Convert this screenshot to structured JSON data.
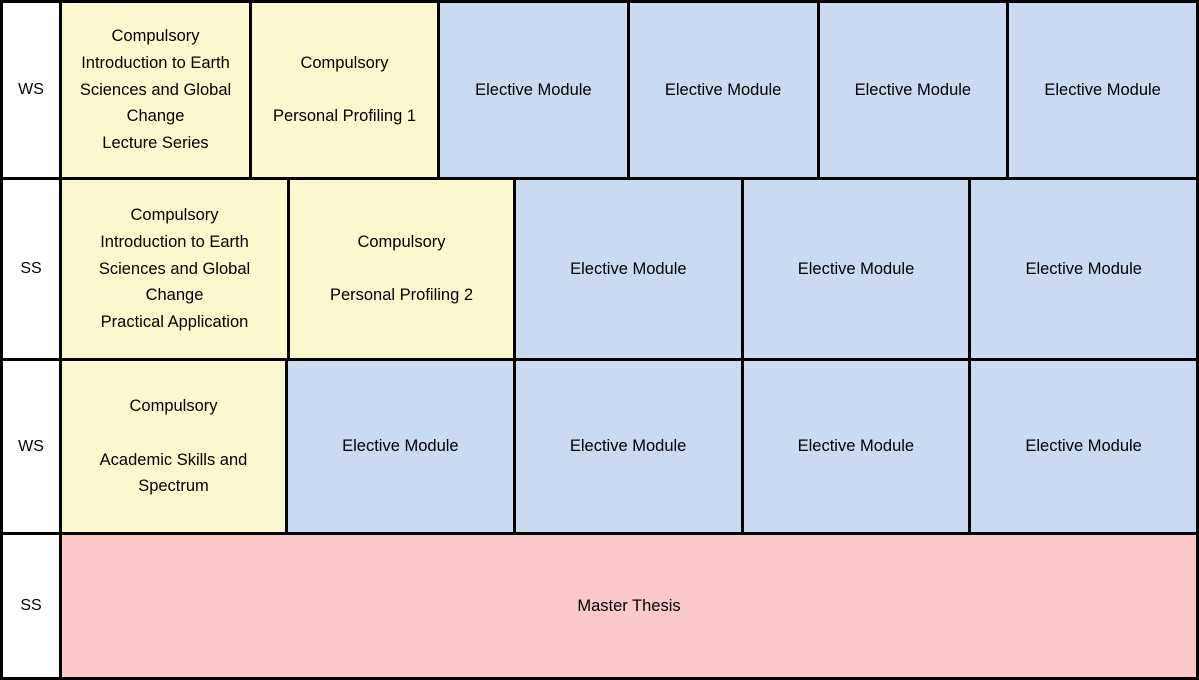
{
  "colors": {
    "compulsory_fill": "#FCF8CE",
    "elective_fill": "#C9DAF1",
    "thesis_fill": "#FBC9C9",
    "border": "#000000",
    "label_fill": "#FFFFFF",
    "text": "#000000"
  },
  "rows": [
    {
      "term": "WS",
      "cells": [
        {
          "type": "compulsory",
          "text": "Compulsory\nIntroduction to Earth Sciences and Global Change\nLecture Series"
        },
        {
          "type": "compulsory",
          "text": "Compulsory\n\nPersonal Profiling 1"
        },
        {
          "type": "elective",
          "text": "Elective Module"
        },
        {
          "type": "elective",
          "text": "Elective Module"
        },
        {
          "type": "elective",
          "text": "Elective Module"
        },
        {
          "type": "elective",
          "text": "Elective Module"
        }
      ]
    },
    {
      "term": "SS",
      "cells": [
        {
          "type": "compulsory",
          "text": "Compulsory\nIntroduction to Earth Sciences and Global Change\nPractical Application"
        },
        {
          "type": "compulsory",
          "text": "Compulsory\n\nPersonal Profiling 2"
        },
        {
          "type": "elective",
          "text": "Elective Module"
        },
        {
          "type": "elective",
          "text": "Elective Module"
        },
        {
          "type": "elective",
          "text": "Elective Module"
        }
      ]
    },
    {
      "term": "WS",
      "cells": [
        {
          "type": "compulsory",
          "text": "Compulsory\n\nAcademic Skills and Spectrum"
        },
        {
          "type": "elective",
          "text": "Elective Module"
        },
        {
          "type": "elective",
          "text": "Elective Module"
        },
        {
          "type": "elective",
          "text": "Elective Module"
        },
        {
          "type": "elective",
          "text": "Elective Module"
        }
      ]
    },
    {
      "term": "SS",
      "cells": [
        {
          "type": "thesis",
          "text": "Master Thesis"
        }
      ]
    }
  ]
}
